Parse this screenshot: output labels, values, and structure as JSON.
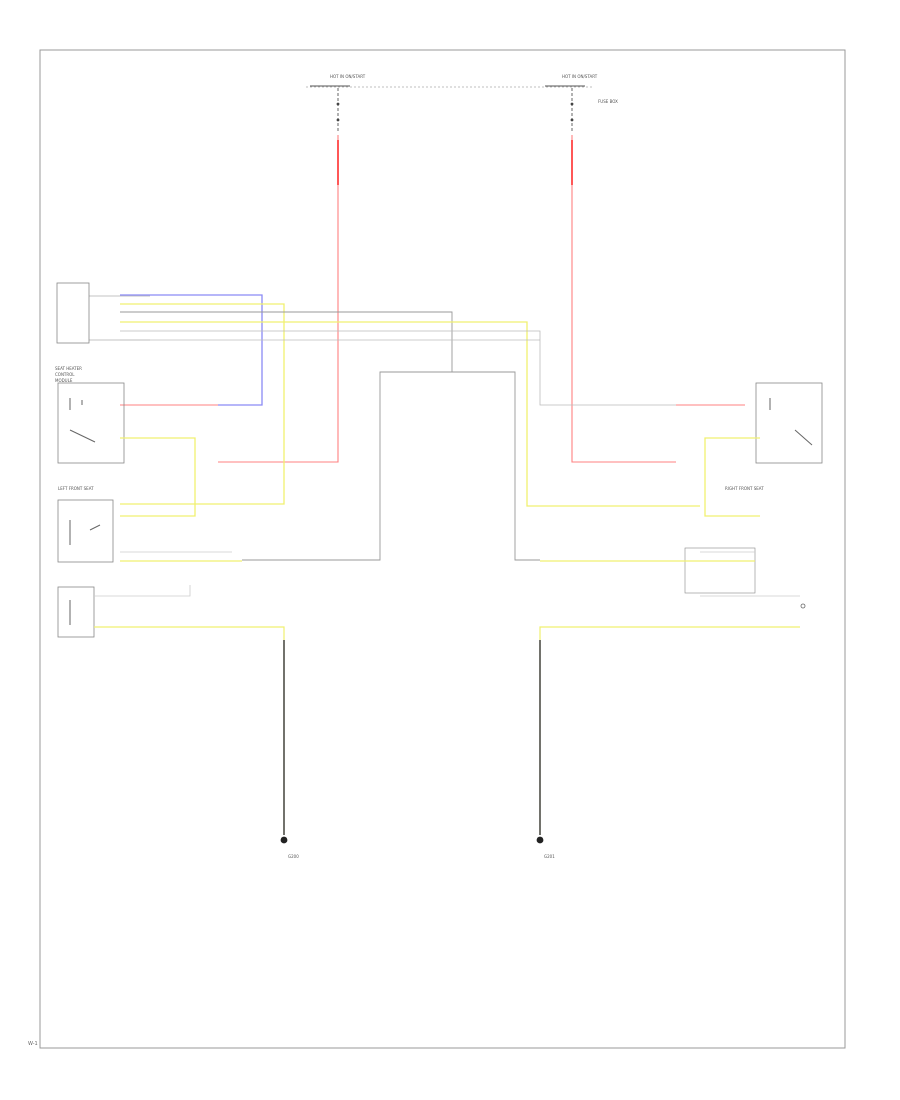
{
  "colors": {
    "power_wire": "#ff8080",
    "blue_wire": "#8a8af5",
    "yellow_wire": "#f0f070",
    "gray_wire": "#888888",
    "ground_wire": "#444444",
    "border": "#999999"
  },
  "labels": {
    "fuse_left": "HOT IN ON/START",
    "fuse_right": "HOT IN ON/START",
    "fuse_right_note": "FUSE BOX",
    "module": "SEAT HEATER CONTROL MODULE",
    "left_seat": "LEFT FRONT SEAT",
    "right_seat": "RIGHT FRONT SEAT",
    "ground_left": "G200",
    "ground_right": "G201",
    "footer": "W-1"
  }
}
